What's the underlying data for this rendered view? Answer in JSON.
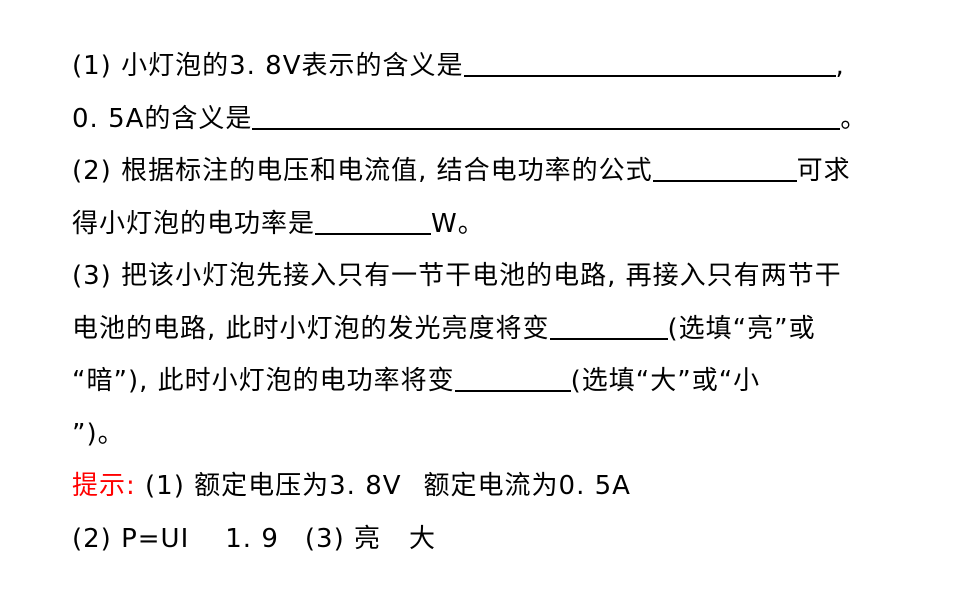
{
  "lines": [
    {
      "a": "(1) 小灯泡的3. 8V表示的含义是",
      "b": ","
    },
    {
      "a": "0. 5A的含义是",
      "b": "。"
    },
    {
      "a": "(2) 根据标注的电压和电流值, 结合电功率的公式",
      "b": "可求"
    },
    {
      "a": "得小灯泡的电功率是",
      "b": "W。"
    },
    {
      "a": "(3) 把该小灯泡先接入只有一节干电池的电路, 再接入只有两节干"
    },
    {
      "a": "电池的电路, 此时小灯泡的发光亮度将变",
      "b": "(选填“亮”或"
    },
    {
      "a": "“暗”), 此时小灯泡的电功率将变",
      "b": "(选填“大”或“小"
    },
    {
      "a": "”)。"
    }
  ],
  "hint": {
    "label": "提示:",
    "line1_a": "(1) 额定电压为3. 8V",
    "line1_b": "额定电流为0. 5A",
    "line2_a": "(2) P=UI",
    "line2_b": "1. 9",
    "line2_c": "(3) 亮",
    "line2_d": "大"
  }
}
